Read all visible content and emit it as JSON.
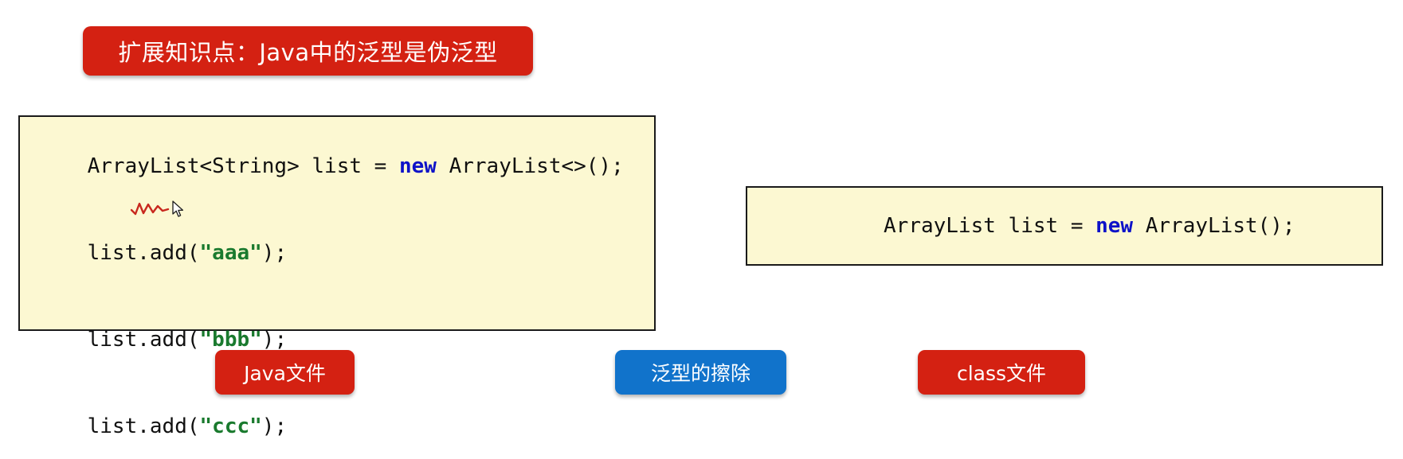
{
  "banner": {
    "text": "扩展知识点：Java中的泛型是伪泛型",
    "bg_color": "#d42112",
    "text_color": "#ffffff"
  },
  "code_boxes": {
    "left": {
      "name": "java-source-code-box",
      "bg_color": "#fcf8d2",
      "border_color": "#1a1a1a",
      "lines": [
        {
          "segments": [
            {
              "text": "ArrayList<String> list = ",
              "style": "plain"
            },
            {
              "text": "new",
              "style": "keyword"
            },
            {
              "text": " ArrayList<>();",
              "style": "plain"
            }
          ]
        },
        {
          "segments": [
            {
              "text": "list.add(",
              "style": "plain"
            },
            {
              "text": "\"aaa\"",
              "style": "string"
            },
            {
              "text": ");",
              "style": "plain"
            }
          ]
        },
        {
          "segments": [
            {
              "text": "list.add(",
              "style": "plain"
            },
            {
              "text": "\"bbb\"",
              "style": "string"
            },
            {
              "text": ");",
              "style": "plain"
            }
          ]
        },
        {
          "segments": [
            {
              "text": "list.add(",
              "style": "plain"
            },
            {
              "text": "\"ccc\"",
              "style": "string"
            },
            {
              "text": ");",
              "style": "plain"
            }
          ]
        }
      ]
    },
    "right": {
      "name": "class-bytecode-code-box",
      "bg_color": "#fcf8d2",
      "border_color": "#1a1a1a",
      "lines": [
        {
          "segments": [
            {
              "text": "ArrayList list = ",
              "style": "plain"
            },
            {
              "text": "new",
              "style": "keyword"
            },
            {
              "text": " ArrayList();",
              "style": "plain"
            }
          ]
        }
      ]
    }
  },
  "annotations": {
    "squiggle_color": "#c8281e",
    "cursor_color": "#1a1a1a"
  },
  "labels": [
    {
      "id": "java-file",
      "text": "Java文件",
      "color": "#d42112"
    },
    {
      "id": "type-erasure",
      "text": "泛型的擦除",
      "color": "#1173cb"
    },
    {
      "id": "class-file",
      "text": "class文件",
      "color": "#d42112"
    }
  ],
  "syntax_colors": {
    "keyword": "#0d12c8",
    "string": "#1a7a2e",
    "plain": "#101010"
  }
}
